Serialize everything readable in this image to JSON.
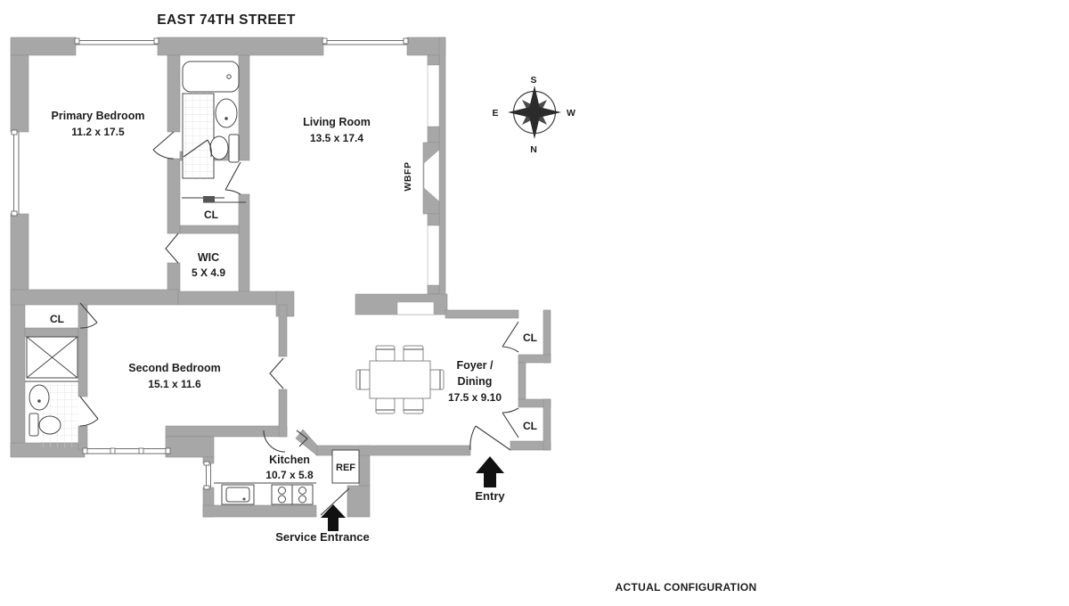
{
  "title": "EAST 74TH STREET",
  "footer": "ACTUAL CONFIGURATION",
  "compass": {
    "n": "N",
    "s": "S",
    "e": "E",
    "w": "W"
  },
  "rooms": {
    "primary_bedroom": {
      "name": "Primary Bedroom",
      "dims": "11.2 x 17.5"
    },
    "living_room": {
      "name": "Living Room",
      "dims": "13.5 x 17.4"
    },
    "second_bedroom": {
      "name": "Second Bedroom",
      "dims": "15.1 x 11.6"
    },
    "foyer_dining": {
      "name_line1": "Foyer /",
      "name_line2": "Dining",
      "dims": "17.5 x 9.10"
    },
    "kitchen": {
      "name": "Kitchen",
      "dims": "10.7 x 5.8"
    },
    "walk_in_closet": {
      "name": "WIC",
      "dims": "5 X 4.9"
    }
  },
  "closets": {
    "hall": "CL",
    "bath": "CL",
    "foyer_upper": "CL",
    "foyer_lower": "CL"
  },
  "features": {
    "fireplace": "WBFP",
    "refrigerator": "REF"
  },
  "entrances": {
    "entry": "Entry",
    "service": "Service Entrance"
  },
  "colors": {
    "wall": "#a7a7a7",
    "wall_outline": "#8f8f8f",
    "line": "#3d3d3d",
    "text": "#1d1d1d",
    "tile_line": "#dddddd",
    "background": "#ffffff"
  }
}
